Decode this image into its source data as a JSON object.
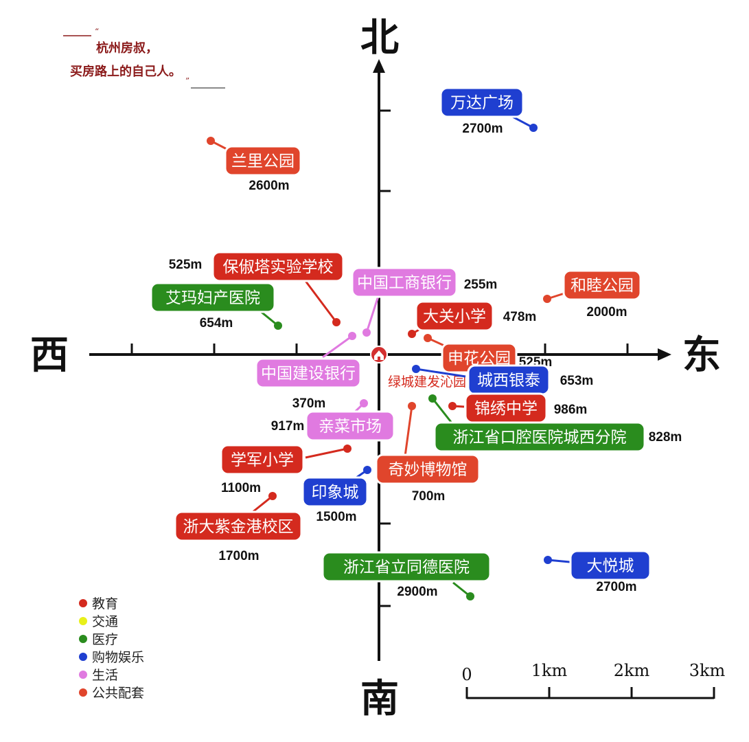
{
  "slogan": {
    "line1": "杭州房叔，",
    "line2": "买房路上的自己人。"
  },
  "directions": {
    "north": "北",
    "south": "南",
    "east": "东",
    "west": "西"
  },
  "center": {
    "name": "绿城建发沁园",
    "icon": "home-pin-icon",
    "color": "#d32f2f"
  },
  "colors": {
    "education": "#d42a1e",
    "transport": "#e8f01a",
    "medical": "#2a8c1e",
    "shopping": "#1f3fd0",
    "life": "#e07ae0",
    "public": "#e0452c"
  },
  "pois": [
    {
      "name": "万达广场",
      "distance": "2700m",
      "category": "shopping"
    },
    {
      "name": "兰里公园",
      "distance": "2600m",
      "category": "public"
    },
    {
      "name": "保俶塔实验学校",
      "distance": "525m",
      "category": "education"
    },
    {
      "name": "中国工商银行",
      "distance": "255m",
      "category": "life"
    },
    {
      "name": "艾玛妇产医院",
      "distance": "654m",
      "category": "medical"
    },
    {
      "name": "和睦公园",
      "distance": "2000m",
      "category": "public"
    },
    {
      "name": "大关小学",
      "distance": "478m",
      "category": "education"
    },
    {
      "name": "申花公园",
      "distance": "525m",
      "category": "public"
    },
    {
      "name": "中国建设银行",
      "distance": "370m",
      "category": "life"
    },
    {
      "name": "城西银泰",
      "distance": "653m",
      "category": "shopping"
    },
    {
      "name": "锦绣中学",
      "distance": "986m",
      "category": "education"
    },
    {
      "name": "亲菜市场",
      "distance": "917m",
      "category": "life"
    },
    {
      "name": "浙江省口腔医院城西分院",
      "distance": "828m",
      "category": "medical"
    },
    {
      "name": "学军小学",
      "distance": "1100m",
      "category": "education"
    },
    {
      "name": "奇妙博物馆",
      "distance": "700m",
      "category": "public"
    },
    {
      "name": "印象城",
      "distance": "1500m",
      "category": "shopping"
    },
    {
      "name": "浙大紫金港校区",
      "distance": "1700m",
      "category": "education"
    },
    {
      "name": "浙江省立同德医院",
      "distance": "2900m",
      "category": "medical"
    },
    {
      "name": "大悦城",
      "distance": "2700m",
      "category": "shopping"
    }
  ],
  "legend": [
    {
      "label": "教育",
      "category": "education"
    },
    {
      "label": "交通",
      "category": "transport"
    },
    {
      "label": "医疗",
      "category": "medical"
    },
    {
      "label": "购物娱乐",
      "category": "shopping"
    },
    {
      "label": "生活",
      "category": "life"
    },
    {
      "label": "公共配套",
      "category": "public"
    }
  ],
  "scale": [
    "0",
    "1km",
    "2km",
    "3km"
  ]
}
